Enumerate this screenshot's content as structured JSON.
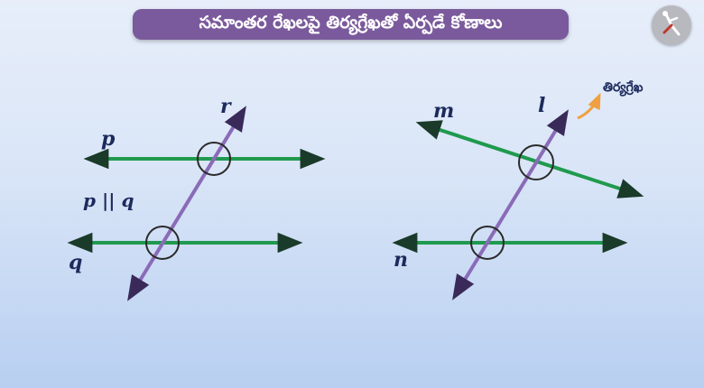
{
  "title": "సమాంతర రేఖలపై తిర్యగ్రేఖతో ఏర్పడే కోణాలు",
  "logo_icon": "runner-logo-icon",
  "colors": {
    "title_bg": "#7a5a9c",
    "parallel_lines": "#1f9a4e",
    "transversal": "#8a6bb8",
    "label": "#1c2a5c",
    "callout_arrow": "#f0a040"
  },
  "left_figure": {
    "line_p_label": "p",
    "line_q_label": "q",
    "transversal_label": "r",
    "relation_text": "p || q"
  },
  "right_figure": {
    "line_m_label": "m",
    "line_n_label": "n",
    "transversal_label": "l",
    "transversal_callout": "తిర్యగ్రేఖ"
  }
}
